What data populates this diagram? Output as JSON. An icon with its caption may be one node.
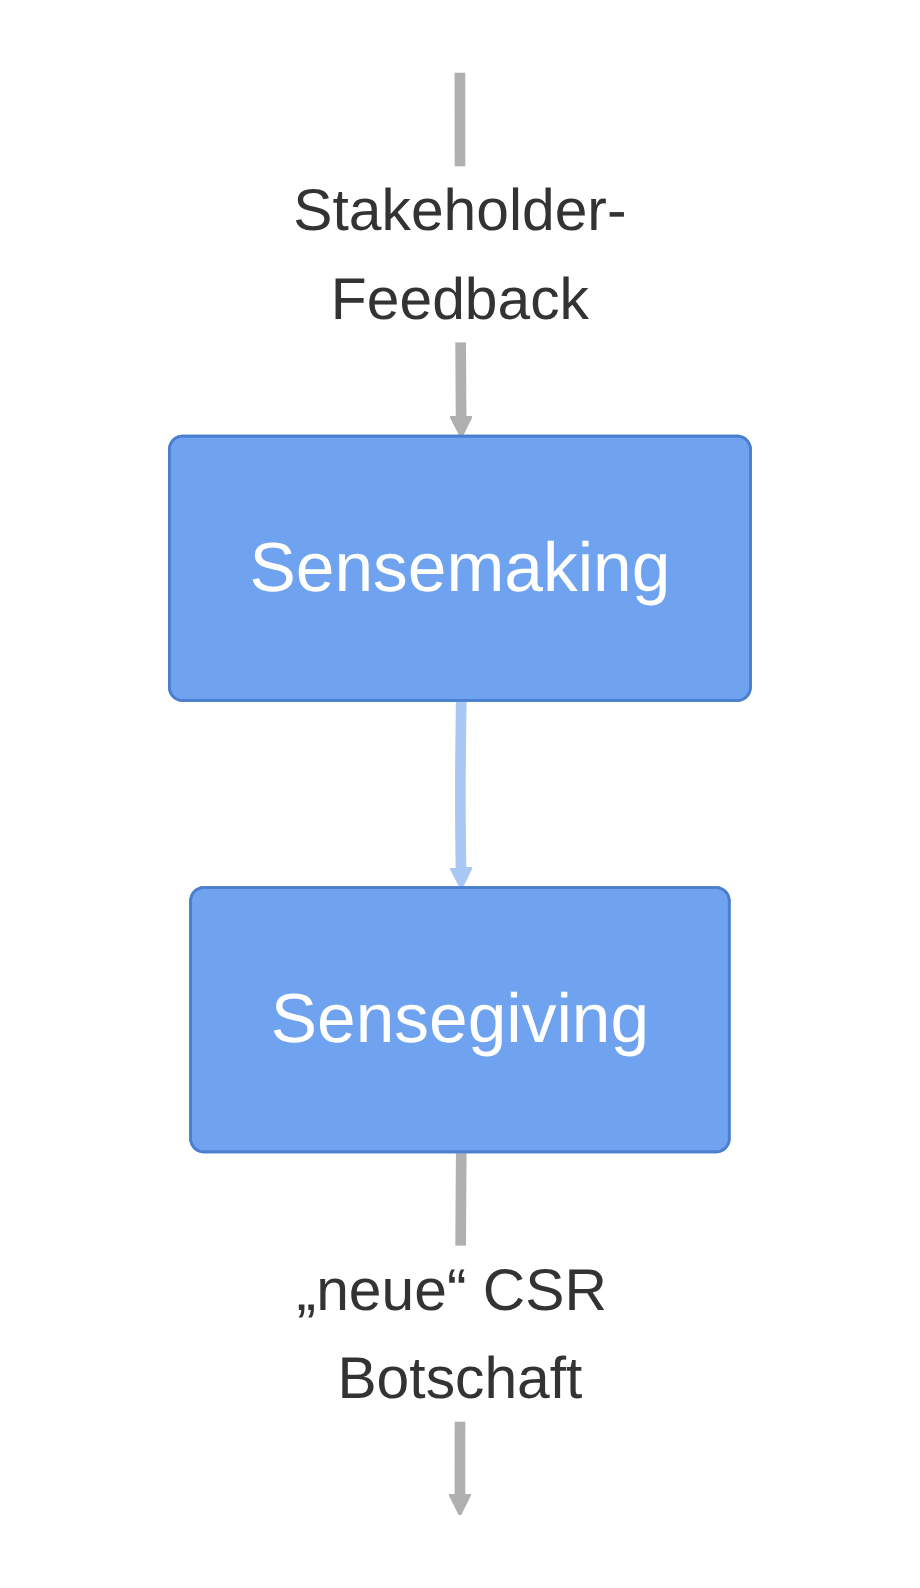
{
  "diagram": {
    "nodes": [
      {
        "text": [
          "Sensemaking"
        ]
      },
      {
        "text": [
          "Sensegiving"
        ]
      }
    ],
    "edges": [
      {
        "from": null,
        "to": 0,
        "arrow": "to",
        "label": "Stakeholder-Feedback"
      },
      {
        "from": 0,
        "to": 1,
        "arrow": "to",
        "color": "#a9c8f5"
      },
      {
        "from": 1,
        "to": null,
        "arrow": "to",
        "label": "„neue“ CSR Botschaft"
      }
    ]
  }
}
